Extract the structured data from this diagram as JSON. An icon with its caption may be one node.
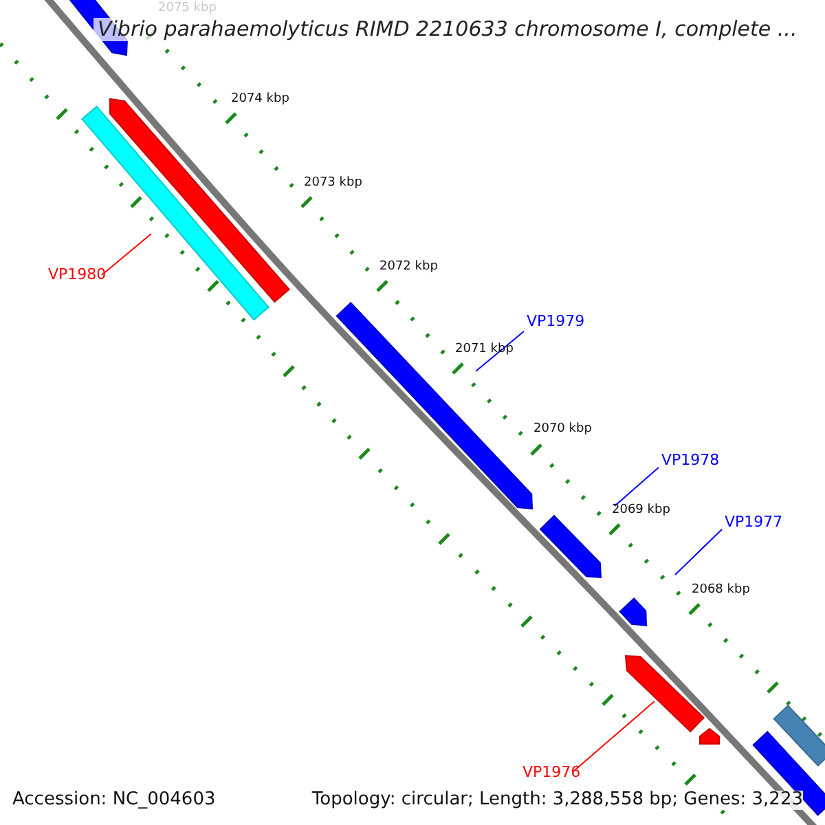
{
  "diagram": {
    "title": "Vibrio parahaemolyticus RIMD 2210633 chromosome I, complete ...",
    "nodes": [
      {
        "text": [],
        "shape": "bar"
      },
      {
        "text": [],
        "shape": "bar"
      },
      {
        "text": [],
        "shape": "bar"
      },
      {
        "text": [
          "VP1980"
        ]
      },
      {
        "text": [],
        "shape": "bar"
      },
      {
        "text": [
          "VP1979"
        ]
      },
      {
        "text": [],
        "shape": "bar"
      },
      {
        "text": [
          "VP1978"
        ]
      },
      {
        "text": [
          "VP1977"
        ]
      },
      {
        "text": [],
        "shape": "bar"
      },
      {
        "text": [],
        "shape": "bar"
      },
      {
        "text": [],
        "shape": "bar"
      },
      {
        "text": [
          "VP1976"
        ]
      },
      {
        "text": [],
        "shape": "bar"
      },
      {
        "text": [],
        "shape": "bar"
      }
    ],
    "edges": [
      {
        "from": 3,
        "to": 2,
        "arrow": "none",
        "color": "#ff0000"
      },
      {
        "from": 5,
        "to": 4,
        "arrow": "none"
      },
      {
        "from": 7,
        "to": 6,
        "arrow": "none"
      },
      {
        "from": 8,
        "to": 9,
        "arrow": "none"
      },
      {
        "from": 12,
        "to": 10,
        "arrow": "none",
        "color": "#ff0000"
      }
    ],
    "labels": [
      "2075 kbp",
      "2074 kbp",
      "2073 kbp",
      "2072 kbp",
      "2071 kbp",
      "2070 kbp",
      "2069 kbp",
      "2068 kbp",
      "Accession: NC_004603",
      "Topology: circular; Length: 3,288,558 bp; Genes: 3,223"
    ]
  }
}
